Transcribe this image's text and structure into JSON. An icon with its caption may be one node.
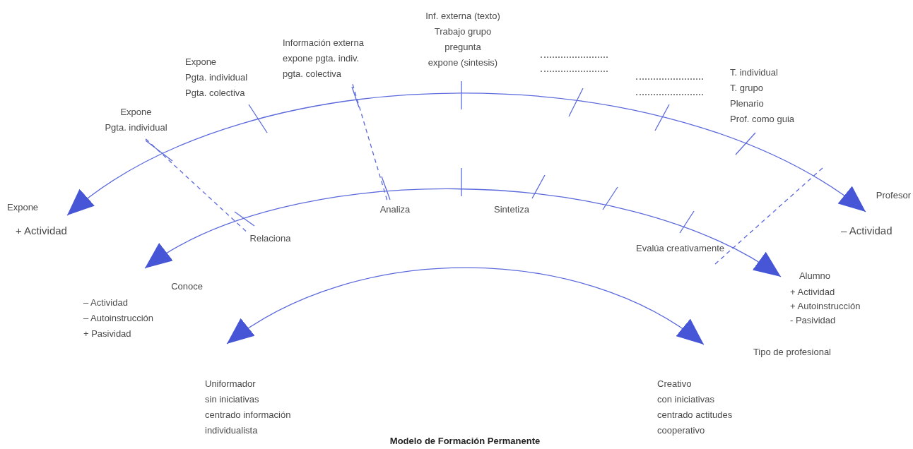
{
  "diagram": {
    "caption": "Modelo de Formación Permanente",
    "nodes": [
      {
        "text": [
          "Inf. externa (texto)",
          "Trabajo grupo",
          "pregunta",
          "expone (sintesis)"
        ]
      },
      {
        "text": [
          "Información externa",
          "expone pgta. indiv.",
          "pgta. colectiva"
        ]
      },
      {
        "text": [
          "Expone",
          "Pgta. individual",
          "Pgta. colectiva"
        ]
      },
      {
        "text": [
          "T. individual",
          "T. grupo",
          "Plenario",
          "Prof. como guia"
        ]
      },
      {
        "text": [
          "Expone",
          "Pgta. individual"
        ]
      },
      {
        "text": [
          "Expone"
        ],
        "beside": [
          "+ Actividad"
        ]
      },
      {
        "text": [
          "Profesor"
        ],
        "beside": [
          "– Actividad"
        ]
      },
      {
        "text": [
          "Analiza"
        ]
      },
      {
        "text": [
          "Sintetiza"
        ]
      },
      {
        "text": [
          "Relaciona"
        ]
      },
      {
        "text": [
          "Evalúa creativamente"
        ]
      },
      {
        "text": [
          "Conoce"
        ],
        "beside": [
          "– Actividad",
          "– Autoinstrucción",
          "+ Pasividad"
        ]
      },
      {
        "text": [
          "Alumno"
        ],
        "beside": [
          "+ Actividad",
          "+ Autoinstrucción",
          "- Pasividad"
        ]
      },
      {
        "text": [
          "Tipo de profesional"
        ],
        "beside": [
          "Creativo",
          "con iniciativas",
          "centrado actitudes",
          "cooperativo"
        ]
      }
    ],
    "edges": [
      {
        "from": 5,
        "to": 6,
        "arrow": "both"
      },
      {
        "from": 11,
        "to": 12,
        "arrow": "both"
      },
      {
        "from": null,
        "to": 13,
        "arrow": "both"
      },
      {
        "from": 4,
        "to": 9,
        "arrow": "none",
        "style": "dashed"
      },
      {
        "from": 1,
        "to": 7,
        "arrow": "none",
        "style": "dashed"
      },
      {
        "from": null,
        "to": 10,
        "arrow": "none",
        "style": "dashed"
      }
    ],
    "labels": [
      "Uniformador",
      "sin iniciativas",
      "centrado información",
      "individualista"
    ]
  }
}
